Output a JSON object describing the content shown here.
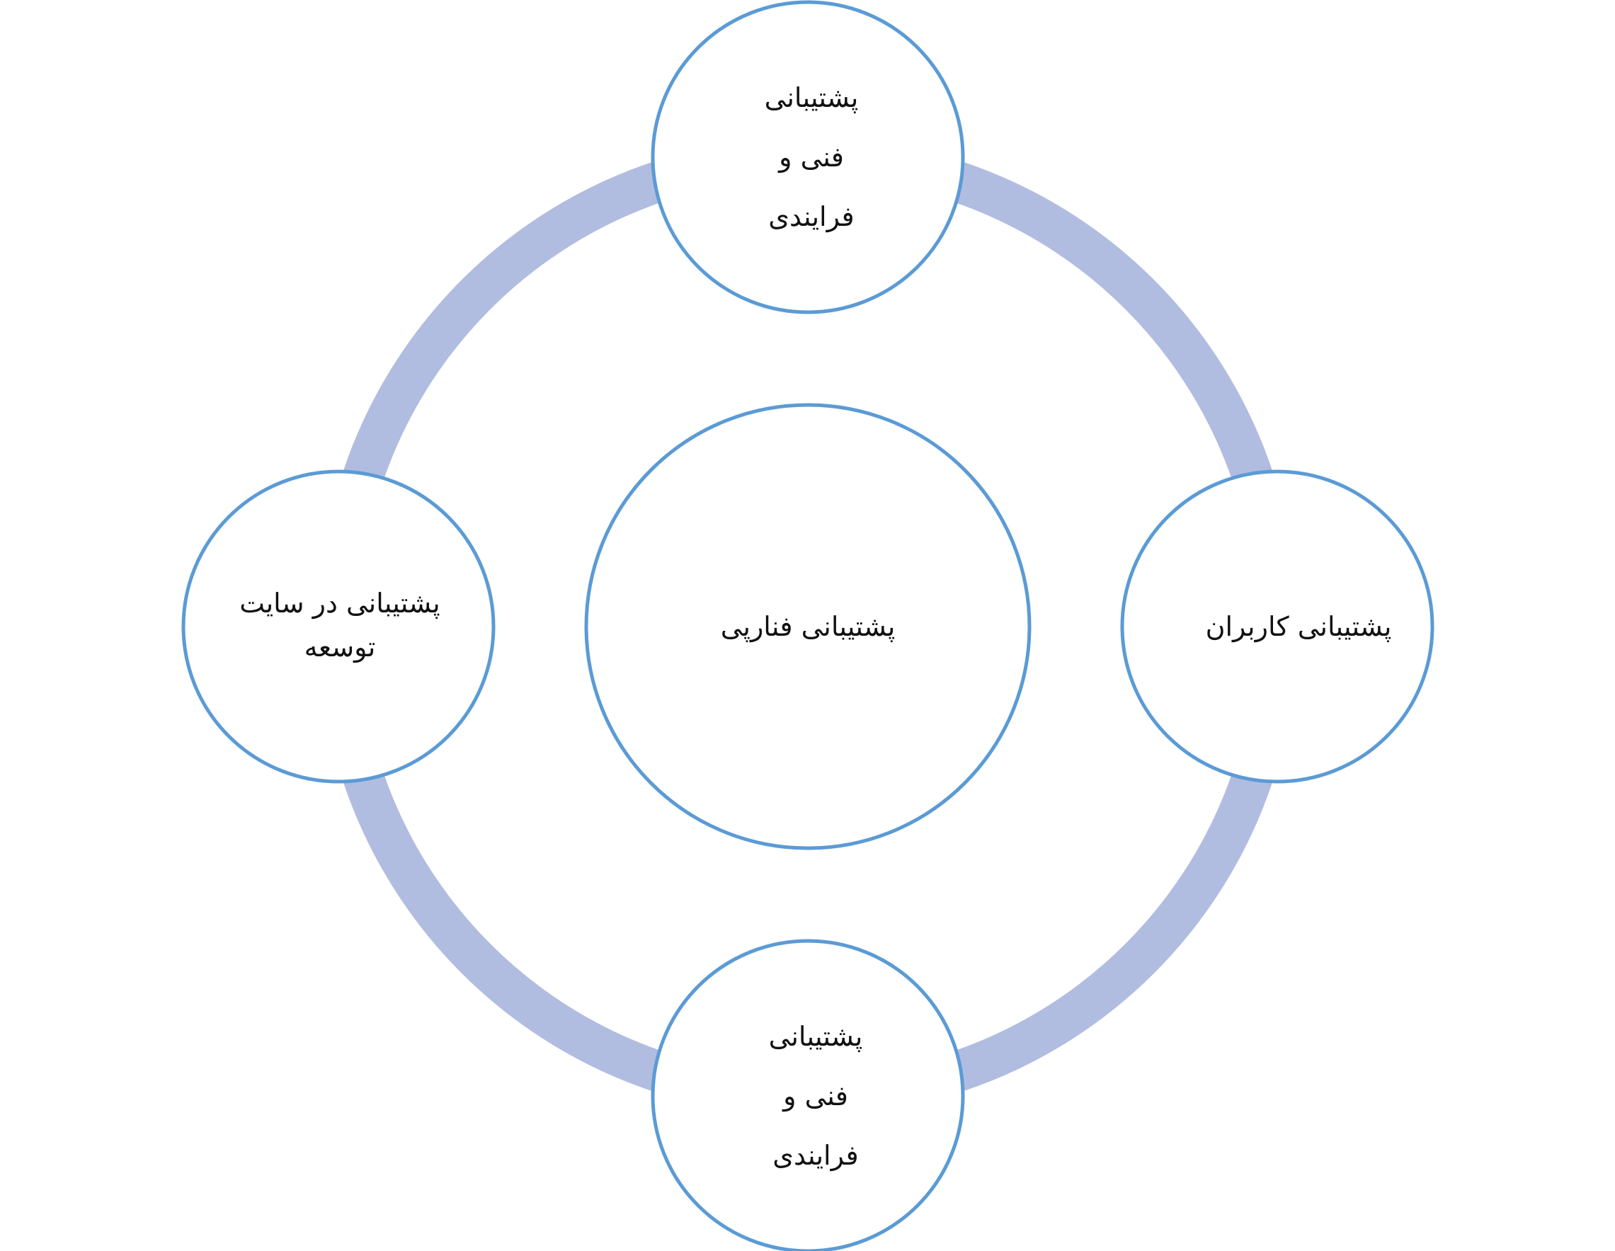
{
  "colors": {
    "ring": "#b0bde0",
    "node_border": "#5b9bd5",
    "text": "#111111",
    "background": "#ffffff"
  },
  "center": {
    "lines": [
      "پشتیبانی فنارپی"
    ]
  },
  "nodes": {
    "top": {
      "lines": [
        "پشتیبانی",
        "فنی و",
        "فرایندی"
      ]
    },
    "right": {
      "lines": [
        "پشتیبانی کاربران"
      ]
    },
    "bottom": {
      "lines": [
        "پشتیبانی",
        "فنی و",
        "فرایندی"
      ]
    },
    "left": {
      "lines": [
        "پشتیبانی در    سایت",
        "توسعه"
      ]
    }
  }
}
